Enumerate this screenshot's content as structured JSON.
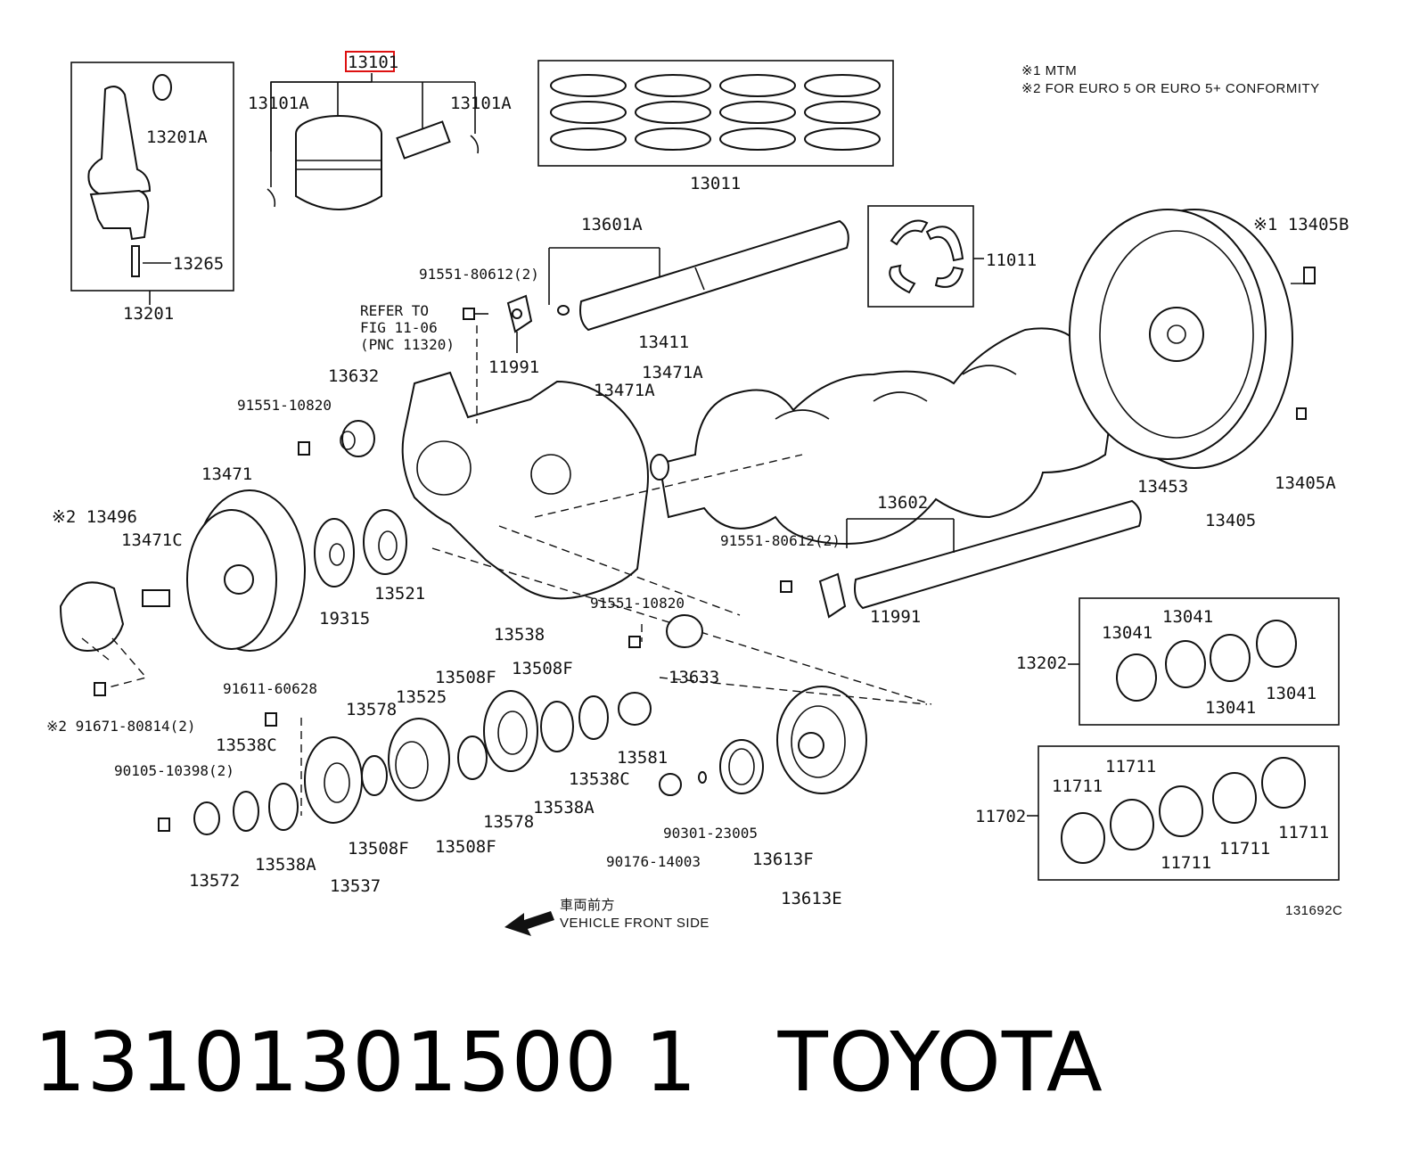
{
  "notes": {
    "n1": "※1  MTM",
    "n2": "※2 FOR EURO 5 OR EURO 5+ CONFORMITY",
    "refer": [
      "REFER TO",
      "FIG 11-06",
      "(PNC 11320)"
    ],
    "front_jp": "車両前方",
    "front_en": "VEHICLE FRONT SIDE",
    "figure_code": "131692C"
  },
  "labels": {
    "p13101": "13101",
    "p13101A_l": "13101A",
    "p13101A_r": "13101A",
    "p13201A": "13201A",
    "p13265": "13265",
    "p13201": "13201",
    "p13011": "13011",
    "p13601A": "13601A",
    "p91551_80612_a": "91551-80612(2)",
    "p11991_a": "11991",
    "p11011": "11011",
    "p13405B": "※1 13405B",
    "p13411": "13411",
    "p13471A_a": "13471A",
    "p13471A_b": "13471A",
    "p13632": "13632",
    "p91551_10820_a": "91551-10820",
    "p13471": "13471",
    "p13496": "※2 13496",
    "p13471C": "13471C",
    "p19315": "19315",
    "p13521": "13521",
    "p13453": "13453",
    "p13405A": "13405A",
    "p13405": "13405",
    "p13602": "13602",
    "p91551_80612_b": "91551-80612(2)",
    "p11991_b": "11991",
    "p91551_10820_b": "91551-10820",
    "p13633": "13633",
    "p13538": "13538",
    "p13508F_a": "13508F",
    "p13508F_b": "13508F",
    "p91611_60628": "91611-60628",
    "p13578_a": "13578",
    "p13525": "13525",
    "p91671_80814": "※2 91671-80814(2)",
    "p13538C_a": "13538C",
    "p90105_10398": "90105-10398(2)",
    "p13572": "13572",
    "p13538A_a": "13538A",
    "p13537": "13537",
    "p13508F_c": "13508F",
    "p13508F_d": "13508F",
    "p13578_b": "13578",
    "p13538A_b": "13538A",
    "p13538C_b": "13538C",
    "p13581": "13581",
    "p90301_23005": "90301-23005",
    "p90176_14003": "90176-14003",
    "p13613F": "13613F",
    "p13613E": "13613E",
    "p13202": "13202",
    "p13041_a": "13041",
    "p13041_b": "13041",
    "p13041_c": "13041",
    "p13041_d": "13041",
    "p11702": "11702",
    "p11711_a": "11711",
    "p11711_b": "11711",
    "p11711_c": "11711",
    "p11711_d": "11711",
    "p11711_e": "11711"
  },
  "caption": {
    "part_number": "13101301500 1",
    "brand": "TOYOTA"
  }
}
